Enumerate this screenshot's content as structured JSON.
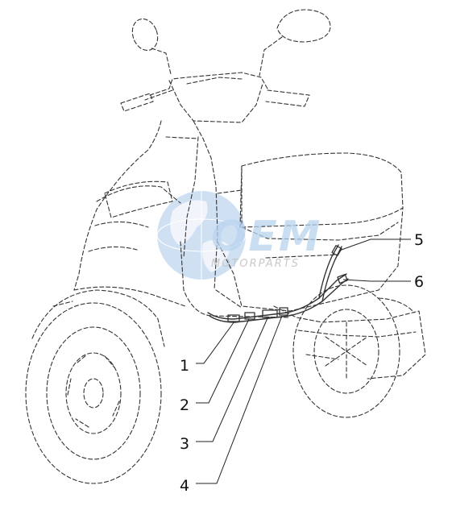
{
  "callouts": {
    "n1": "1",
    "n2": "2",
    "n3": "3",
    "n4": "4",
    "n5": "5",
    "n6": "6"
  },
  "watermark": {
    "brand": "OEM",
    "tagline": "MOTORPARTS"
  },
  "colors": {
    "line": "#333333",
    "watermark_blue": "#b9d3ee",
    "globe_blue": "#a9c8ea"
  }
}
